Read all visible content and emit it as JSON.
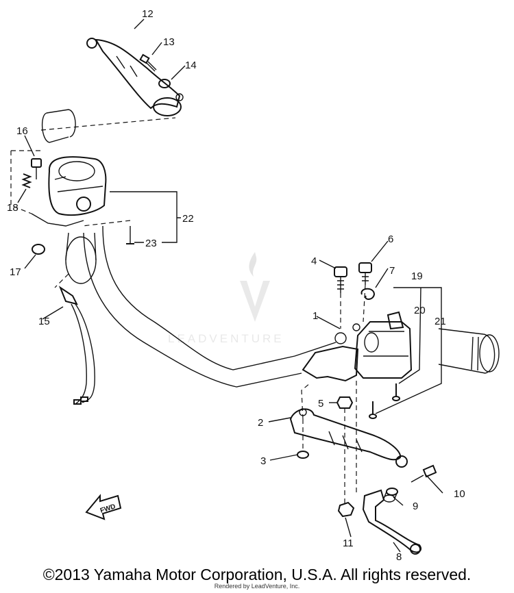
{
  "callouts": [
    {
      "id": "12",
      "label": "12"
    },
    {
      "id": "13",
      "label": "13"
    },
    {
      "id": "14",
      "label": "14"
    },
    {
      "id": "16",
      "label": "16"
    },
    {
      "id": "18",
      "label": "18"
    },
    {
      "id": "17",
      "label": "17"
    },
    {
      "id": "22",
      "label": "22"
    },
    {
      "id": "23",
      "label": "23"
    },
    {
      "id": "15",
      "label": "15"
    },
    {
      "id": "4",
      "label": "4"
    },
    {
      "id": "6",
      "label": "6"
    },
    {
      "id": "7",
      "label": "7"
    },
    {
      "id": "19",
      "label": "19"
    },
    {
      "id": "20",
      "label": "20"
    },
    {
      "id": "21",
      "label": "21"
    },
    {
      "id": "1",
      "label": "1"
    },
    {
      "id": "5",
      "label": "5"
    },
    {
      "id": "2",
      "label": "2"
    },
    {
      "id": "3",
      "label": "3"
    },
    {
      "id": "10",
      "label": "10"
    },
    {
      "id": "9",
      "label": "9"
    },
    {
      "id": "11",
      "label": "11"
    },
    {
      "id": "8",
      "label": "8"
    }
  ],
  "direction_arrow": {
    "label": "FWD"
  },
  "watermark": {
    "text": "LEADVENTURE"
  },
  "footer": {
    "copyright": "©2013 Yamaha Motor Corporation, U.S.A. All rights reserved.",
    "rendered_by": "Rendered by LeadVenture, Inc."
  }
}
